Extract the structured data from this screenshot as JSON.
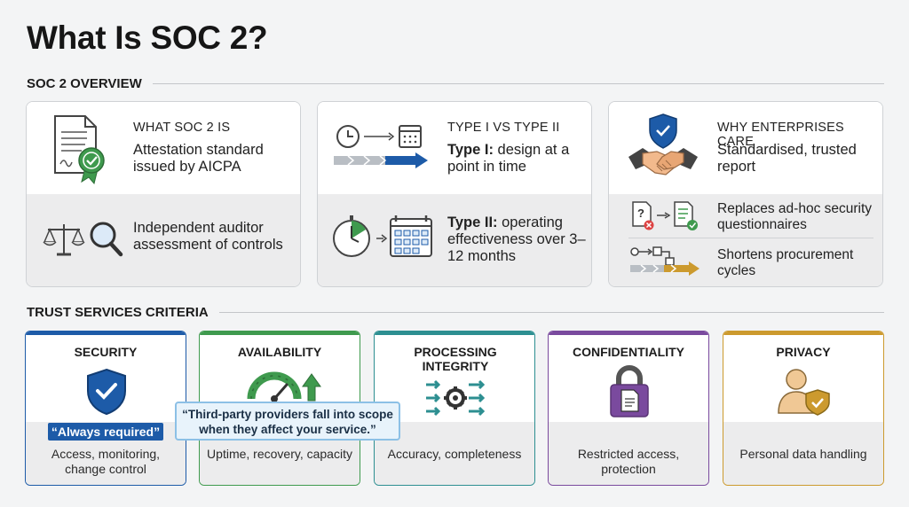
{
  "title": "What Is SOC 2?",
  "overview": {
    "heading": "SOC 2 OVERVIEW",
    "cards": [
      {
        "label": "WHAT SOC 2 IS",
        "text": "Attestation standard issued by AICPA",
        "bottom_text": "Independent auditor assessment of controls"
      },
      {
        "label": "TYPE I VS TYPE II",
        "type1_bold": "Type I:",
        "type1_rest": " design at a point in time",
        "type2_bold": "Type II:",
        "type2_rest": " operating effectiveness over 3–12 months"
      },
      {
        "label": "WHY ENTERPRISES CARE",
        "text": "Standardised, trusted report",
        "point1": "Replaces ad-hoc security questionnaires",
        "point2": "Shortens procurement cycles"
      }
    ]
  },
  "criteria": {
    "heading": "TRUST SERVICES CRITERIA",
    "items": [
      {
        "title": "SECURITY",
        "desc": "Access, monitoring, change control",
        "color": "#1d5ba8"
      },
      {
        "title": "AVAILABILITY",
        "desc": "Uptime, recovery, capacity",
        "color": "#3f9a4e"
      },
      {
        "title": "PROCESSING INTEGRITY",
        "desc": "Accuracy, completeness",
        "color": "#2d8f91"
      },
      {
        "title": "CONFIDENTIALITY",
        "desc": "Restricted access, protection",
        "color": "#7a4a9e"
      },
      {
        "title": "PRIVACY",
        "desc": "Personal data handling",
        "color": "#cc9a2e"
      }
    ],
    "badge": "“Always required”",
    "callout": "“Third-party providers fall into scope when they affect your service.”"
  },
  "icons": {
    "c1_top": "certificate-icon",
    "c1_bot": "scales-magnifier-icon",
    "c2_top": "clock-calendar-icon",
    "c2_bot": "timer-calendar-icon",
    "c3_top": "handshake-shield-icon",
    "c3_p1": "questionnaire-to-report-icon",
    "c3_p2": "workflow-icon",
    "security": "shield-check-icon",
    "availability": "gauge-arrow-icon",
    "processing": "gear-arrows-icon",
    "confidentiality": "padlock-document-icon",
    "privacy": "person-shield-icon"
  }
}
